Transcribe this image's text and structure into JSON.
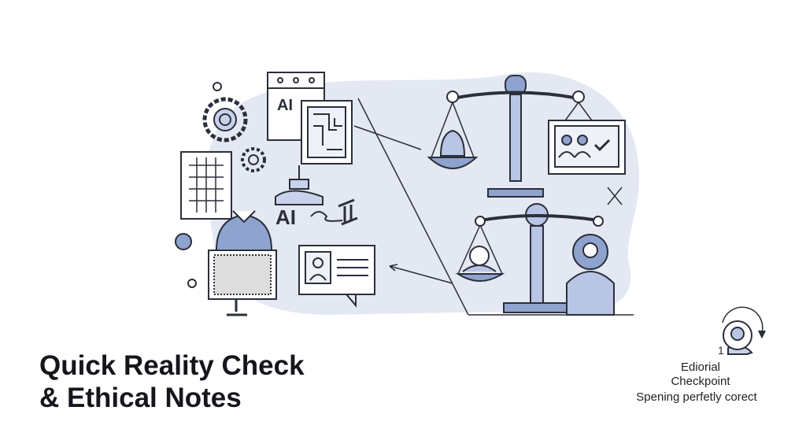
{
  "illustration": {
    "ai_label_top": "AI",
    "ai_label_middle": "AI",
    "colors": {
      "accent": "#8fa3cf",
      "blob": "#e3e8f3",
      "stroke": "#2b2f3a"
    }
  },
  "heading": {
    "line1": "Quick Reality Check",
    "line2": "& Ethical Notes"
  },
  "badge": {
    "counter": "1",
    "line1": "Ediorial",
    "line2": "Checkpoint",
    "caption": "Spening perfetly corect"
  }
}
